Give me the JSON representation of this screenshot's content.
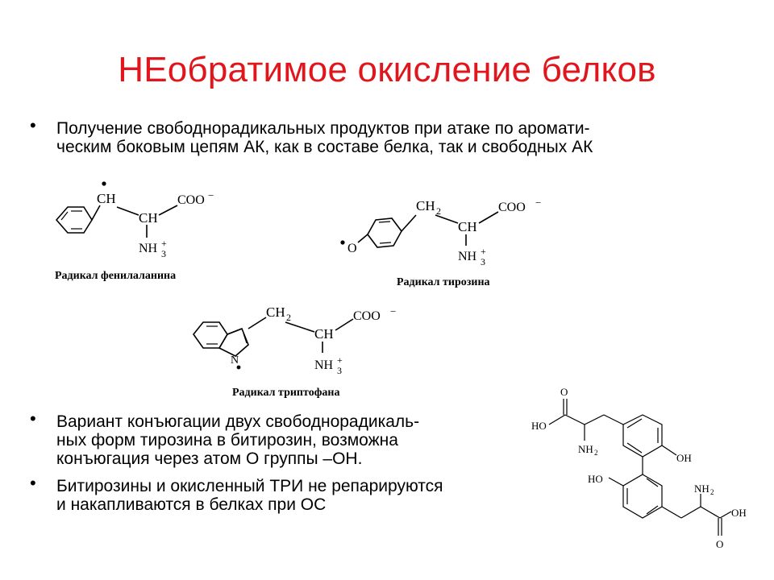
{
  "title": "НЕобратимое окисление белков",
  "bullets": [
    {
      "lines": [
        "Получение свободнорадикальных продуктов при атаке по аромати-",
        "ческим боковым цепям АК, как в составе белка, так и свободных АК"
      ]
    },
    {
      "lines": [
        "Вариант конъюгации двух свободнорадикаль-",
        "ных форм тирозина в битирозин, возможна",
        "конъюгация через атом О группы –ОН."
      ]
    },
    {
      "lines": [
        "Битирозины и окисленный ТРИ не репарируются",
        "и накапливаются в белках при ОС"
      ]
    }
  ],
  "bullet_glyph": "•",
  "structures": {
    "phenylalanine": {
      "caption": "Радикал фенилаланина",
      "ch": "CH",
      "ch2": "CH",
      "coo": "COO",
      "minus": "−",
      "nh": "NH",
      "plus": "+",
      "sub3": "3"
    },
    "tyrosine": {
      "caption": "Радикал тирозина",
      "o": "O",
      "ch2": "CH",
      "sub2": "2",
      "ch": "CH",
      "coo": "COO",
      "minus": "−",
      "nh": "NH",
      "plus": "+",
      "sub3": "3"
    },
    "tryptophan": {
      "caption": "Радикал триптофана",
      "n": "N",
      "ch2": "CH",
      "sub2": "2",
      "ch": "CH",
      "coo": "COO",
      "minus": "−",
      "nh": "NH",
      "plus": "+",
      "sub3": "3"
    },
    "dityrosine": {
      "o_top": "O",
      "ho_top": "HO",
      "nh2_top": "NH",
      "oh_right": "OH",
      "ho_left": "HO",
      "nh2_bottom": "NH",
      "oh_bottom": "OH",
      "o_bottom": "O",
      "sub2": "2"
    }
  },
  "colors": {
    "title": "#e0161c",
    "text": "#000000"
  }
}
